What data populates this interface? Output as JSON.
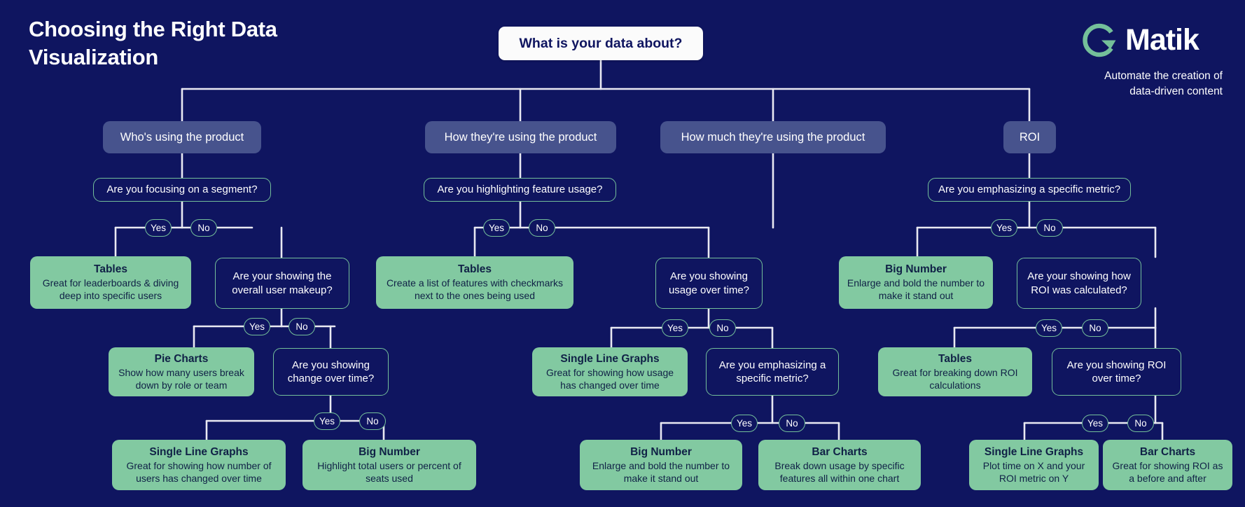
{
  "header": {
    "title_line1": "Choosing the Right Data",
    "title_line2": "Visualization",
    "brand_name": "Matik",
    "tagline_line1": "Automate the creation of",
    "tagline_line2": "data-driven content"
  },
  "colors": {
    "background": "#0f1560",
    "category_box": "#47538d",
    "result_box": "#82c9a1",
    "question_border": "#74bf9a",
    "connector": "#e9e9f2",
    "root_box": "#fbfbfb",
    "root_text": "#0f1560",
    "result_text": "#102146",
    "brand_green": "#74bf9a"
  },
  "labels": {
    "yes": "Yes",
    "no": "No"
  },
  "root": {
    "label": "What is your data about?"
  },
  "categories": [
    {
      "id": "who",
      "label": "Who's using the product"
    },
    {
      "id": "how",
      "label": "How they're using the product"
    },
    {
      "id": "howmuch",
      "label": "How much they're using the product"
    },
    {
      "id": "roi",
      "label": "ROI"
    }
  ],
  "questions": [
    {
      "id": "q1",
      "label": "Are you focusing on a segment?"
    },
    {
      "id": "q2",
      "label": "Are your showing the overall user makeup?"
    },
    {
      "id": "q3",
      "label": "Are you showing change over time?"
    },
    {
      "id": "q4",
      "label": "Are you highlighting feature usage?"
    },
    {
      "id": "q5",
      "label": "Are you showing usage over time?"
    },
    {
      "id": "q6",
      "label": "Are you emphasizing a specific metric?"
    },
    {
      "id": "q7",
      "label": "Are you emphasizing a specific metric?"
    },
    {
      "id": "q8",
      "label": "Are your showing how ROI was calculated?"
    },
    {
      "id": "q9",
      "label": "Are you showing ROI over time?"
    }
  ],
  "results": [
    {
      "id": "r1",
      "title": "Tables",
      "desc": "Great for leaderboards & diving deep into specific users"
    },
    {
      "id": "r2",
      "title": "Pie Charts",
      "desc": "Show how many users break down by role or team"
    },
    {
      "id": "r3",
      "title": "Single Line Graphs",
      "desc": "Great for showing how number of users has changed over time"
    },
    {
      "id": "r4",
      "title": "Big Number",
      "desc": "Highlight total users or percent of seats used"
    },
    {
      "id": "r5",
      "title": "Tables",
      "desc": "Create a list of features with checkmarks next to the ones being used"
    },
    {
      "id": "r6",
      "title": "Single Line Graphs",
      "desc": "Great for showing how usage has changed over time"
    },
    {
      "id": "r7",
      "title": "Big Number",
      "desc": "Enlarge and bold the number to make it stand out"
    },
    {
      "id": "r8",
      "title": "Bar Charts",
      "desc": "Break down usage by specific features all within one chart"
    },
    {
      "id": "r9",
      "title": "Big Number",
      "desc": "Enlarge and bold the number to make it stand out"
    },
    {
      "id": "r10",
      "title": "Tables",
      "desc": "Great for breaking down ROI calculations"
    },
    {
      "id": "r11",
      "title": "Single Line Graphs",
      "desc": "Plot time on X and your ROI metric on Y"
    },
    {
      "id": "r12",
      "title": "Bar Charts",
      "desc": "Great for showing ROI as a before and after"
    }
  ]
}
